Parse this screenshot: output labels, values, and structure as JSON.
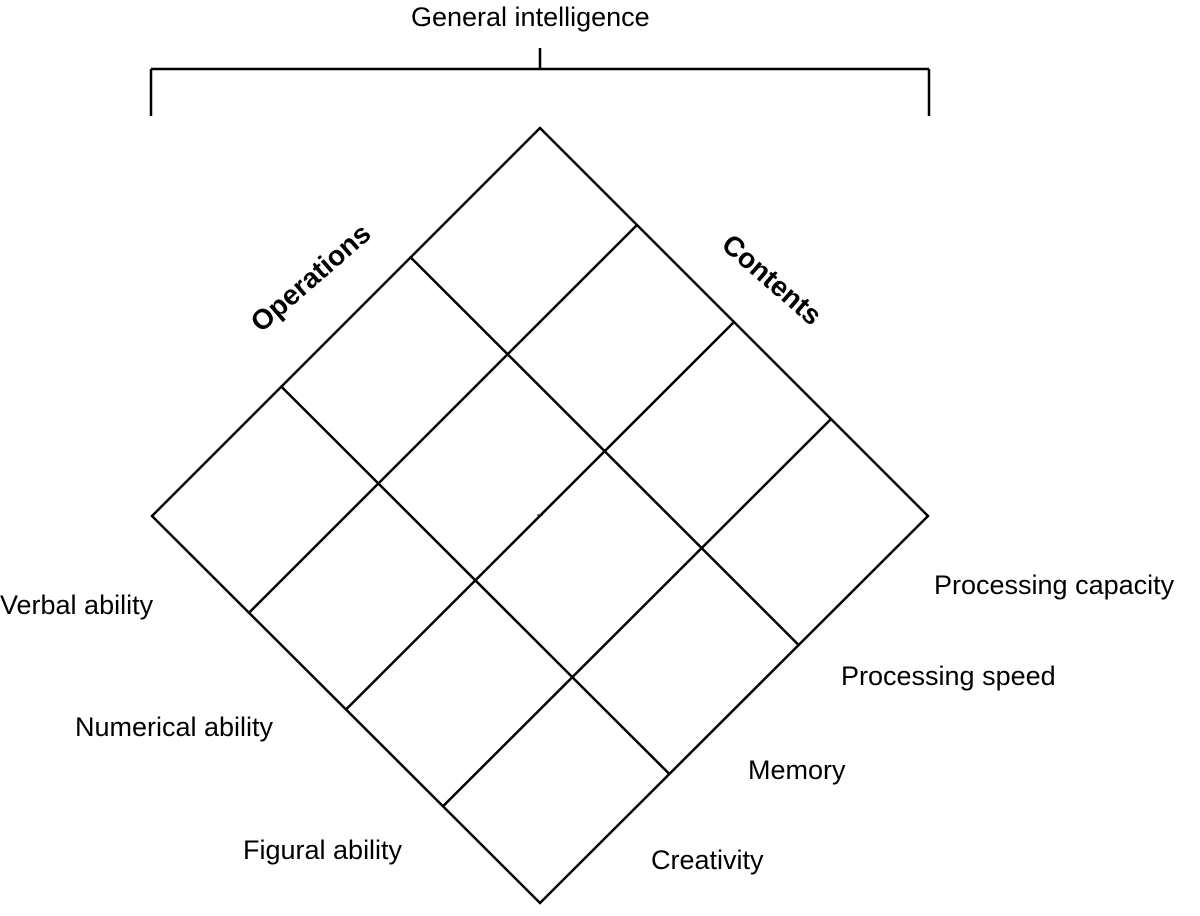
{
  "title": "General intelligence",
  "axes": {
    "operations": "Operations",
    "contents": "Contents"
  },
  "operations": [
    "Verbal ability",
    "Numerical ability",
    "Figural ability"
  ],
  "contents": [
    "Processing capacity",
    "Processing speed",
    "Memory",
    "Creativity"
  ],
  "grid": {
    "rows": 3,
    "cols": 4
  }
}
